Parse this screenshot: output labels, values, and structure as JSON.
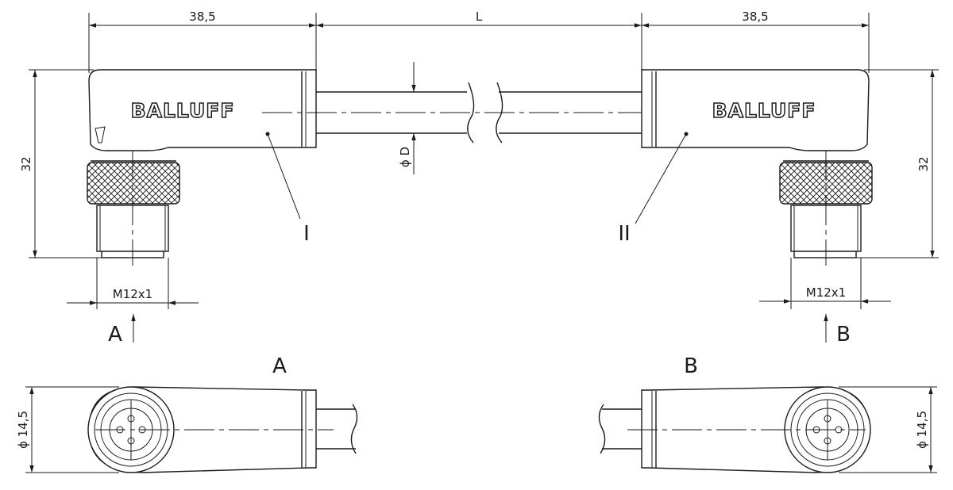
{
  "brand": "BALLUFF",
  "dimensions": {
    "left_length": "38,5",
    "cable_length": "L",
    "right_length": "38,5",
    "height_left": "32",
    "height_right": "32",
    "cable_diameter": "ϕ D",
    "thread_left": "M12x1",
    "thread_right": "M12x1",
    "diameter_left": "ϕ 14,5",
    "diameter_right": "ϕ 14,5"
  },
  "labels": {
    "part_left": "I",
    "part_right": "II",
    "view_arrow_left": "A",
    "view_arrow_right": "B",
    "view_title_left": "A",
    "view_title_right": "B"
  }
}
